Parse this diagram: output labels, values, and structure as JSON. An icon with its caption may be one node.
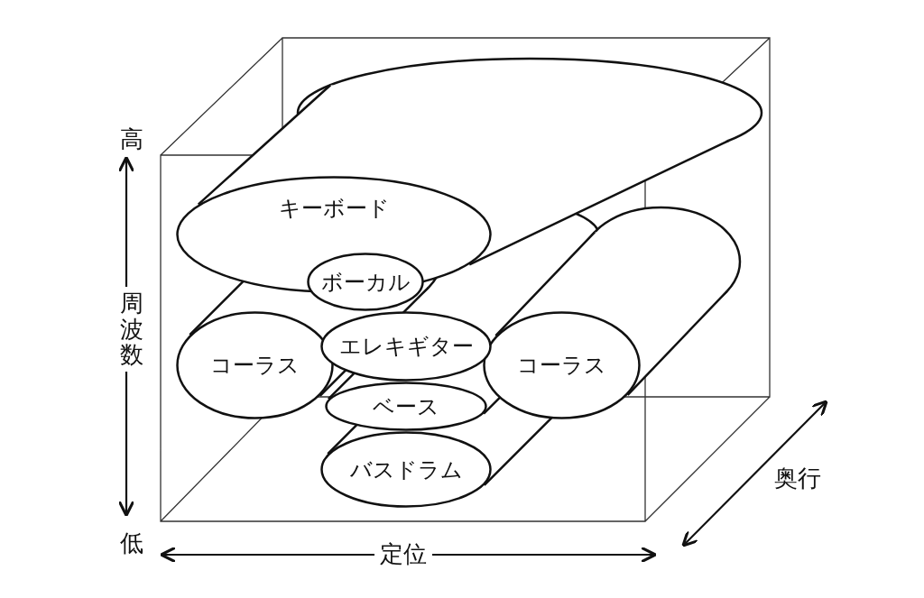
{
  "diagram": {
    "nodes": [
      {
        "text": [
          "キーボード"
        ]
      },
      {
        "text": [
          "ボーカル"
        ]
      },
      {
        "text": [
          "コーラス"
        ]
      },
      {
        "text": [
          "エレキギター"
        ]
      },
      {
        "text": [
          "コーラス"
        ]
      },
      {
        "text": [
          "ベース"
        ]
      },
      {
        "text": [
          "バスドラム"
        ]
      }
    ],
    "edges": [],
    "labels": [
      "高",
      "周波数",
      "低",
      "定位",
      "奥行"
    ]
  }
}
